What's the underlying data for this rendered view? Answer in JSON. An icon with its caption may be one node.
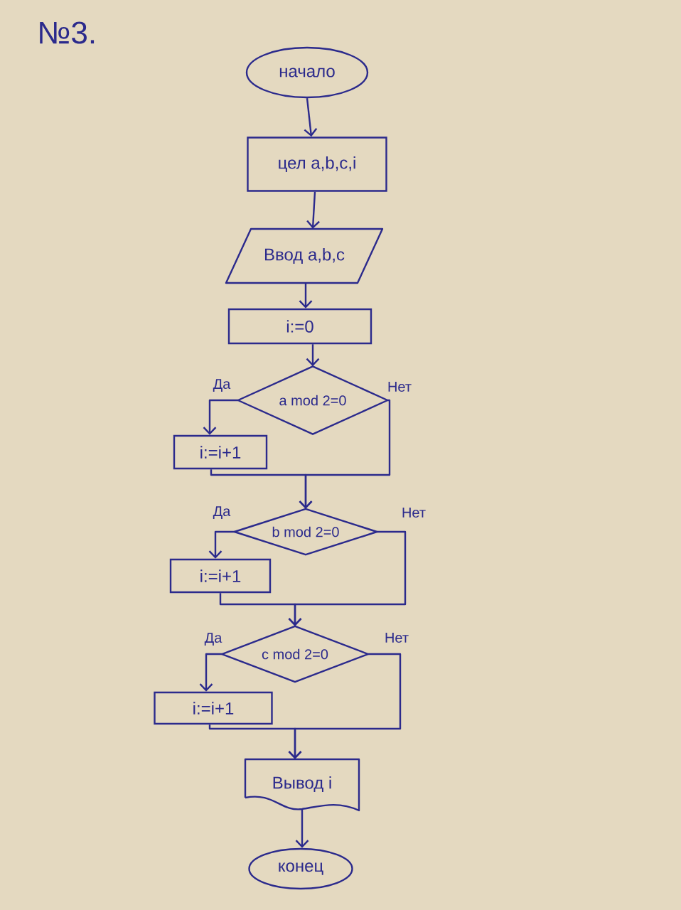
{
  "diagram": {
    "title": "№3.",
    "nodes": [
      {
        "text": [
          "начало"
        ]
      },
      {
        "text": [
          "цел a,b,c,i"
        ]
      },
      {
        "text": [
          "Ввод a,b,c"
        ]
      },
      {
        "text": [
          "i:=0"
        ]
      },
      {
        "text": [
          "a mod 2=0"
        ]
      },
      {
        "text": [
          "i:=i+1"
        ]
      },
      {
        "text": [
          "b mod 2=0"
        ]
      },
      {
        "text": [
          "i:=i+1"
        ]
      },
      {
        "text": [
          "c mod 2=0"
        ]
      },
      {
        "text": [
          "i:=i+1"
        ]
      },
      {
        "text": [
          "Вывод i"
        ]
      },
      {
        "text": [
          "конец"
        ]
      }
    ],
    "edges": [
      {
        "from": 0,
        "to": 1,
        "arrow": "to"
      },
      {
        "from": 1,
        "to": 2,
        "arrow": "to"
      },
      {
        "from": 2,
        "to": 3,
        "arrow": "to"
      },
      {
        "from": 3,
        "to": 4,
        "arrow": "to"
      },
      {
        "from": 4,
        "to": 5,
        "arrow": "to",
        "label": "Да"
      },
      {
        "from": 4,
        "to": 6,
        "arrow": "to",
        "label": "Нет"
      },
      {
        "from": 5,
        "to": 6,
        "arrow": "to"
      },
      {
        "from": 6,
        "to": 7,
        "arrow": "to",
        "label": "Да"
      },
      {
        "from": 6,
        "to": 8,
        "arrow": "to",
        "label": "Нет"
      },
      {
        "from": 7,
        "to": 8,
        "arrow": "to"
      },
      {
        "from": 8,
        "to": 9,
        "arrow": "to",
        "label": "Да"
      },
      {
        "from": 8,
        "to": 10,
        "arrow": "to",
        "label": "Нет"
      },
      {
        "from": 9,
        "to": 10,
        "arrow": "to"
      },
      {
        "from": 10,
        "to": 11,
        "arrow": "to"
      }
    ]
  }
}
